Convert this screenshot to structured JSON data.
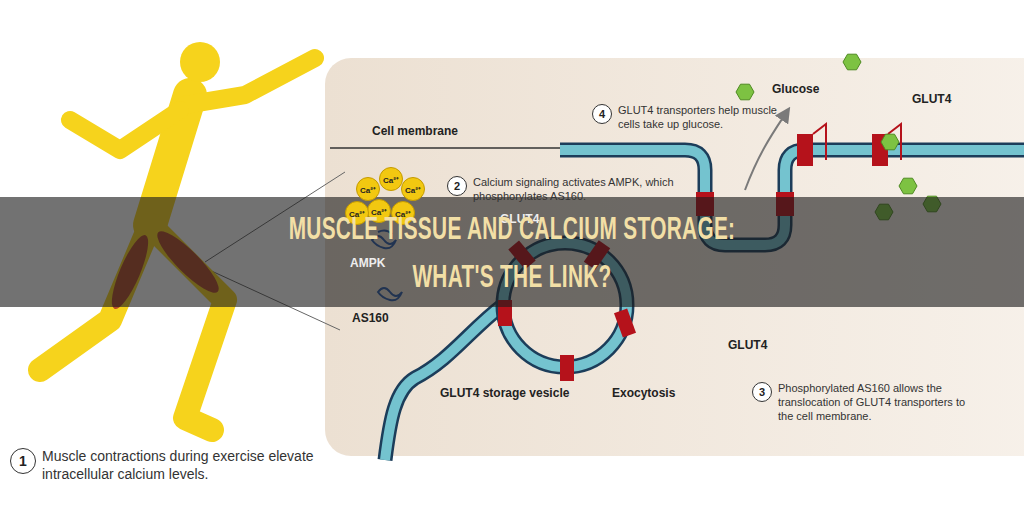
{
  "diagram": {
    "title": "MUSCLE TISSUE AND CALCIUM STORAGE: WHAT'S THE LINK?",
    "nodes": [
      {
        "text": [
          "Ca²⁺"
        ]
      },
      {
        "text": [
          "Ca²⁺"
        ]
      },
      {
        "text": [
          "Ca²⁺"
        ]
      },
      {
        "text": [
          "Ca²⁺"
        ]
      },
      {
        "text": [
          "Ca²⁺"
        ]
      },
      {
        "text": [
          "Ca²⁺"
        ]
      },
      {
        "text": [
          "4",
          "GLUT4 transporters help muscle cells take up glucose."
        ]
      },
      {
        "text": [
          "2",
          "Calcium signaling activates AMPK, which phosphorylates AS160."
        ]
      },
      {
        "text": [
          "3",
          "Phosphorylated AS160 allows the translocation of GLUT4 transporters to the cell membrane."
        ]
      },
      {
        "text": [
          "1",
          "Muscle contractions during exercise elevate intracellular calcium levels."
        ]
      }
    ],
    "labels": [
      "Cell membrane",
      "AMPK",
      "AS160",
      "GLUT4",
      "Glucose",
      "GLUT4",
      "GLUT4",
      "GLUT4 storage vesicle",
      "Exocytosis"
    ]
  }
}
